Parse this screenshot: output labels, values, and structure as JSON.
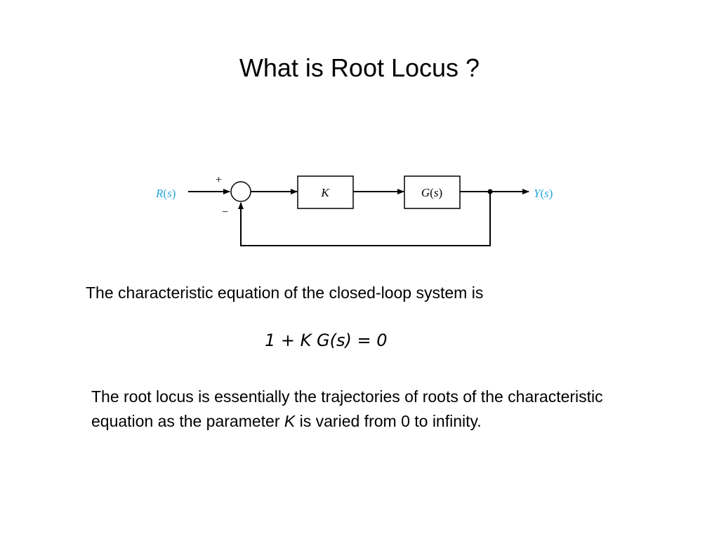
{
  "slide": {
    "title": "What is Root Locus ?"
  },
  "diagram": {
    "input_label_main": "R",
    "input_label_paren_open": "(",
    "input_label_var": "s",
    "input_label_paren_close": ")",
    "output_label_main": "Y",
    "output_label_paren_open": "(",
    "output_label_var": "s",
    "output_label_paren_close": ")",
    "plus_sign": "+",
    "minus_sign": "−",
    "gain_block_label": "K",
    "plant_block_main": "G",
    "plant_block_paren_open": "(",
    "plant_block_var": "s",
    "plant_block_paren_close": ")",
    "signal_label_color": "#29a8d8"
  },
  "text": {
    "intro": "The characteristic equation of the closed-loop system is",
    "equation": "1 + K G(s) = 0",
    "body_part1": "The root locus is essentially the trajectories of roots of the characteristic equation as the parameter ",
    "body_var": "K",
    "body_part2": " is varied from 0 to infinity."
  }
}
